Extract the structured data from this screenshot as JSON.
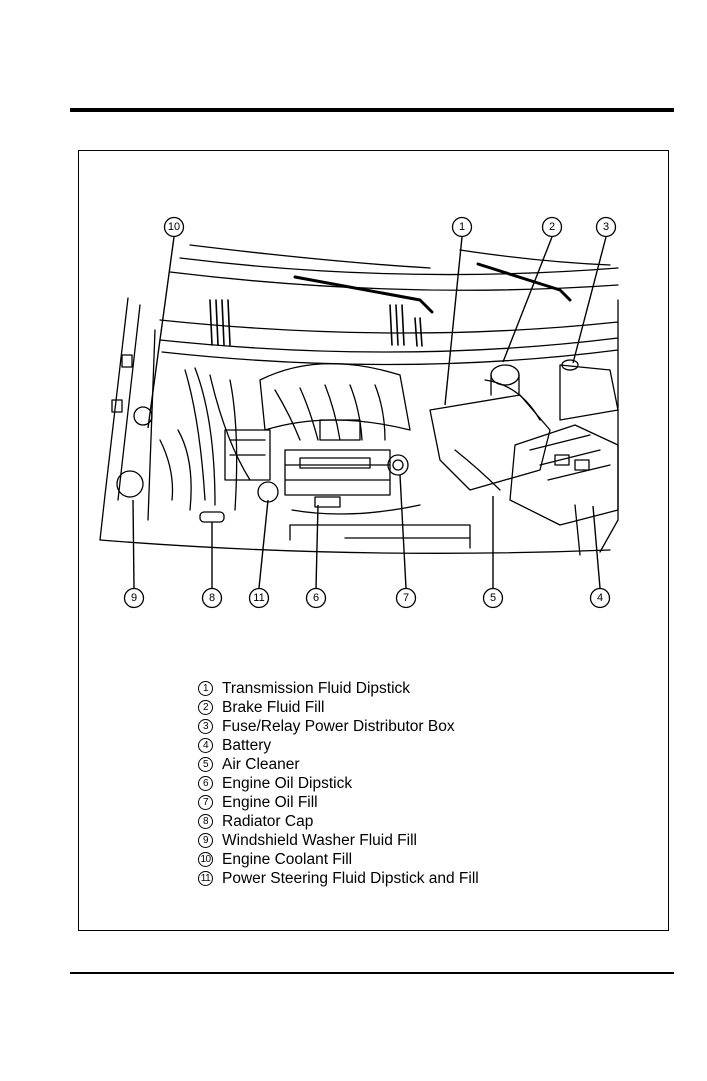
{
  "figure": {
    "top_callouts": [
      "10",
      "1",
      "2",
      "3"
    ],
    "bottom_callouts": [
      "9",
      "8",
      "11",
      "6",
      "7",
      "5",
      "4"
    ]
  },
  "legend": {
    "items": [
      {
        "num": "1",
        "label": "Transmission Fluid Dipstick"
      },
      {
        "num": "2",
        "label": "Brake Fluid Fill"
      },
      {
        "num": "3",
        "label": "Fuse/Relay Power Distributor Box"
      },
      {
        "num": "4",
        "label": "Battery"
      },
      {
        "num": "5",
        "label": "Air Cleaner"
      },
      {
        "num": "6",
        "label": "Engine Oil Dipstick"
      },
      {
        "num": "7",
        "label": "Engine Oil Fill"
      },
      {
        "num": "8",
        "label": "Radiator Cap"
      },
      {
        "num": "9",
        "label": "Windshield Washer Fluid Fill"
      },
      {
        "num": "10",
        "label": "Engine Coolant Fill"
      },
      {
        "num": "11",
        "label": "Power Steering Fluid Dipstick and Fill"
      }
    ]
  },
  "colors": {
    "ink": "#000000",
    "paper": "#ffffff"
  }
}
